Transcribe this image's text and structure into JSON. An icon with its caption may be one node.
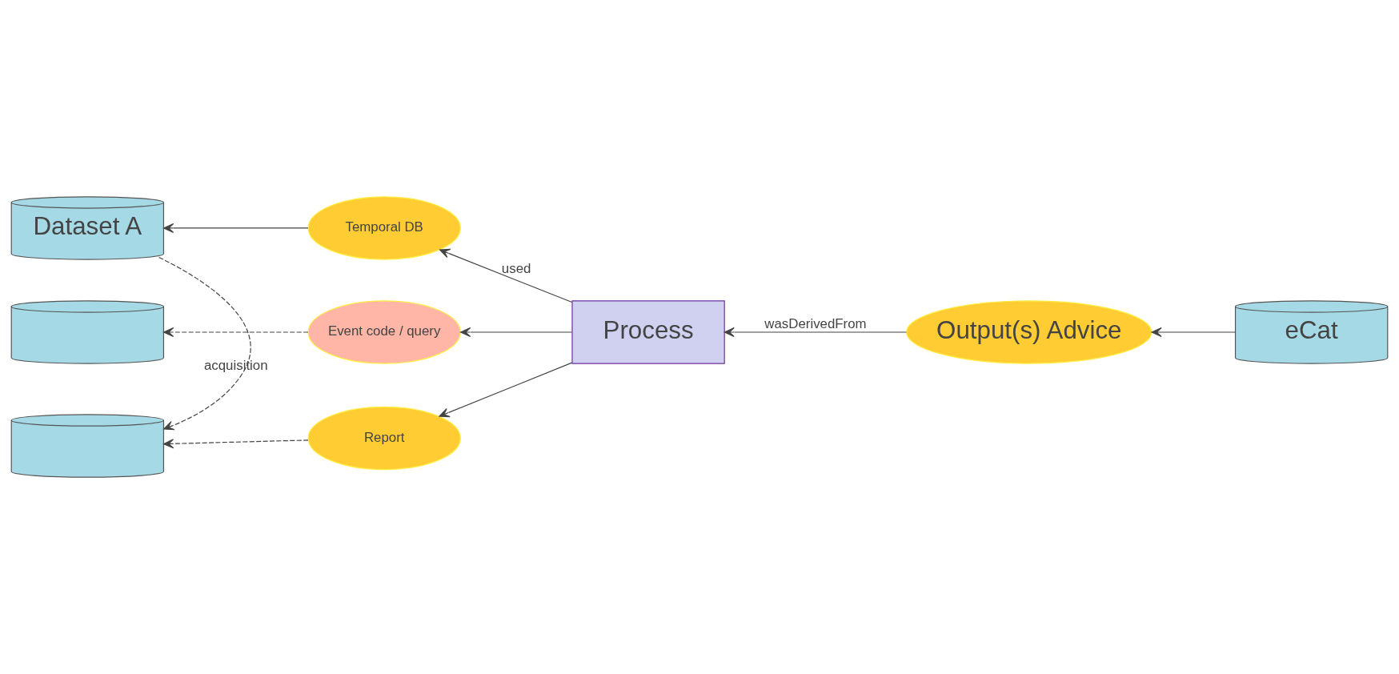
{
  "diagram": {
    "nodes": [
      {
        "text": [
          "Dataset A"
        ]
      },
      {
        "text": [
          "Temporal DB"
        ]
      },
      {
        "text": [],
        "shape": "cylinder"
      },
      {
        "text": [
          "Event code / query"
        ]
      },
      {
        "text": [
          "Process"
        ]
      },
      {
        "text": [
          "Output(s) Advice"
        ]
      },
      {
        "text": [],
        "shape": "cylinder"
      },
      {
        "text": [
          "Report"
        ]
      },
      {
        "text": [
          "eCat"
        ]
      }
    ],
    "edges": [
      {
        "from": 1,
        "to": 0,
        "arrow": "to"
      },
      {
        "from": 4,
        "to": 1,
        "arrow": "to",
        "label": "used"
      },
      {
        "from": 4,
        "to": 3,
        "arrow": "to"
      },
      {
        "from": 4,
        "to": 7,
        "arrow": "to"
      },
      {
        "from": 5,
        "to": 4,
        "arrow": "to",
        "label": "wasDerivedFrom"
      },
      {
        "from": 8,
        "to": 5,
        "arrow": "to"
      },
      {
        "from": 3,
        "to": 2,
        "arrow": "to",
        "style": "dashed"
      },
      {
        "from": 7,
        "to": 6,
        "arrow": "to",
        "style": "dashed"
      },
      {
        "from": 0,
        "to": 6,
        "arrow": "to",
        "style": "dashed",
        "label": "acquisition"
      }
    ]
  }
}
